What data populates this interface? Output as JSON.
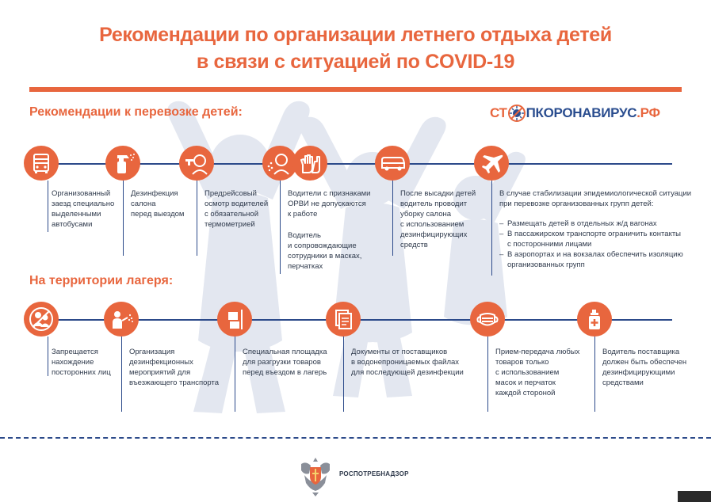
{
  "header": {
    "title_line1": "Рекомендации по организации летнего отдыха детей",
    "title_line2": "в связи с ситуацией по COVID-19"
  },
  "logo": {
    "part1": "СТ",
    "part2": "ПКОРОНАВИРУС",
    "part3": ".РФ"
  },
  "transport": {
    "heading": "Рекомендации к перевозке детей:",
    "items": [
      {
        "icon": "bus-icon",
        "lines": [
          "Организованный",
          "заезд специально",
          "выделенными",
          "автобусами"
        ]
      },
      {
        "icon": "spray-bottle-icon",
        "lines": [
          "Дезинфекция",
          "салона",
          "перед выездом"
        ]
      },
      {
        "icon": "thermometer-check-icon",
        "lines": [
          "Предрейсовый",
          "осмотр водителей",
          "с обязательной",
          "термометрией"
        ]
      },
      {
        "icon": "sneezing-person-icon",
        "lines": [
          "Водители с признаками",
          "ОРВИ не допускаются",
          "к работе"
        ]
      },
      {
        "icon": "gloves-icon",
        "lines": [
          "Водитель",
          "и сопровождающие",
          "сотрудники в масках,",
          "перчатках"
        ]
      },
      {
        "icon": "van-icon",
        "lines": [
          "После высадки детей",
          "водитель проводит",
          "уборку салона",
          "с использованием",
          "дезинфицирующих",
          "средств"
        ]
      },
      {
        "icon": "airplane-icon",
        "lines": [
          "В случае стабилизации эпидемиологической ситуации",
          "при перевозке организованных групп детей:"
        ],
        "bullets": [
          [
            "Размещать детей в отдельных ж/д вагонах"
          ],
          [
            "В пассажирском транспорте ограничить контакты",
            "с посторонними лицами"
          ],
          [
            "В аэропортах и на вокзалах обеспечить изоляцию",
            "организованных групп"
          ]
        ]
      }
    ]
  },
  "camp": {
    "heading": "На территории лагеря:",
    "items": [
      {
        "icon": "no-people-icon",
        "lines": [
          "Запрещается",
          "нахождение",
          "посторонних лиц"
        ]
      },
      {
        "icon": "disinfection-spray-icon",
        "lines": [
          "Организация",
          "дезинфекционных",
          "мероприятий для",
          "въезжающего транспорта"
        ]
      },
      {
        "icon": "loading-zone-icon",
        "lines": [
          "Специальная площадка",
          "для разгрузки товаров",
          "перед въездом в лагерь"
        ]
      },
      {
        "icon": "documents-icon",
        "lines": [
          "Документы от поставщиков",
          "в водонепроницаемых файлах",
          "для последующей дезинфекции"
        ]
      },
      {
        "icon": "face-mask-icon",
        "lines": [
          "Прием-передача любых",
          "товаров только",
          "с использованием",
          "масок и перчаток",
          "каждой стороной"
        ]
      },
      {
        "icon": "sanitizer-icon",
        "lines": [
          "Водитель поставщика",
          "должен быть обеспечен",
          "дезинфицирующими",
          "средствами"
        ]
      }
    ]
  },
  "footer": {
    "org": "РОСПОТРЕБНАДЗОР"
  },
  "colors": {
    "accent": "#e8663e",
    "navy": "#2c4a8a",
    "text": "#2f3a4c",
    "watermark": "#dfe4ee"
  }
}
